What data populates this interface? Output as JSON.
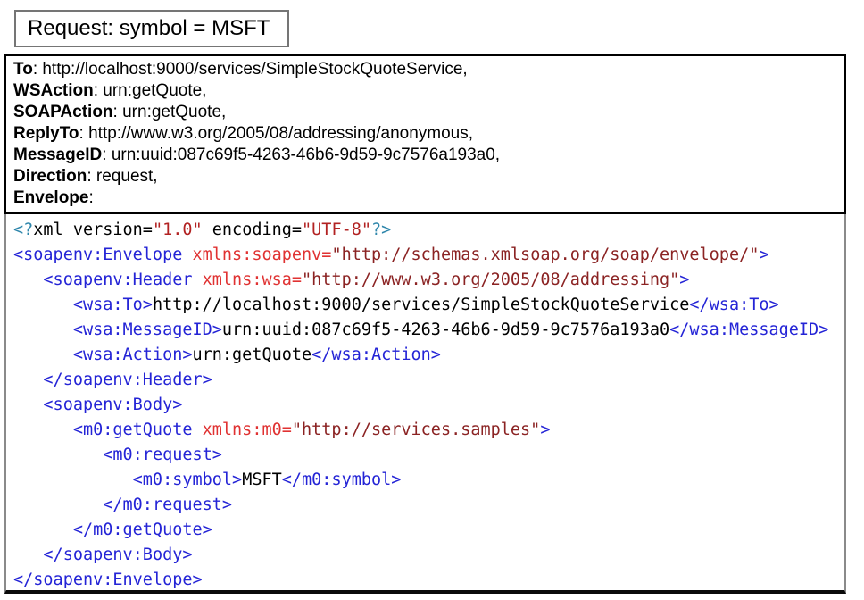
{
  "title": "Request: symbol = MSFT",
  "header": {
    "fields": [
      {
        "label": "To",
        "value": "http://localhost:9000/services/SimpleStockQuoteService,"
      },
      {
        "label": "WSAction",
        "value": "urn:getQuote,"
      },
      {
        "label": "SOAPAction",
        "value": "urn:getQuote,"
      },
      {
        "label": "ReplyTo",
        "value": "http://www.w3.org/2005/08/addressing/anonymous,"
      },
      {
        "label": "MessageID",
        "value": "urn:uuid:087c69f5-4263-46b6-9d59-9c7576a193a0,"
      },
      {
        "label": "Direction",
        "value": "request,"
      },
      {
        "label": "Envelope",
        "value": ""
      }
    ]
  },
  "code": {
    "indent_unit": "   ",
    "lines": [
      {
        "indent": 0,
        "tokens": [
          [
            "pi",
            "<?"
          ],
          [
            "plain",
            "xml version="
          ],
          [
            "pstr",
            "\"1.0\""
          ],
          [
            "plain",
            " encoding="
          ],
          [
            "pstr",
            "\"UTF-8\""
          ],
          [
            "pi",
            "?>"
          ]
        ]
      },
      {
        "indent": 0,
        "tokens": [
          [
            "tag",
            "<soapenv:Envelope"
          ],
          [
            "plain",
            " "
          ],
          [
            "attr",
            "xmlns:soapenv="
          ],
          [
            "vstr",
            "\"http://schemas.xmlsoap.org/soap/envelope/\""
          ],
          [
            "tag",
            ">"
          ]
        ]
      },
      {
        "indent": 1,
        "tokens": [
          [
            "tag",
            "<soapenv:Header"
          ],
          [
            "plain",
            " "
          ],
          [
            "attr",
            "xmlns:wsa="
          ],
          [
            "vstr",
            "\"http://www.w3.org/2005/08/addressing\""
          ],
          [
            "tag",
            ">"
          ]
        ]
      },
      {
        "indent": 2,
        "tokens": [
          [
            "tag",
            "<wsa:To>"
          ],
          [
            "plain",
            "http://localhost:9000/services/SimpleStockQuoteService"
          ],
          [
            "tag",
            "</wsa:To>"
          ]
        ]
      },
      {
        "indent": 2,
        "tokens": [
          [
            "tag",
            "<wsa:MessageID>"
          ],
          [
            "plain",
            "urn:uuid:087c69f5-4263-46b6-9d59-9c7576a193a0"
          ],
          [
            "tag",
            "</wsa:MessageID>"
          ]
        ]
      },
      {
        "indent": 2,
        "tokens": [
          [
            "tag",
            "<wsa:Action>"
          ],
          [
            "plain",
            "urn:getQuote"
          ],
          [
            "tag",
            "</wsa:Action>"
          ]
        ]
      },
      {
        "indent": 1,
        "tokens": [
          [
            "tag",
            "</soapenv:Header>"
          ]
        ]
      },
      {
        "indent": 1,
        "tokens": [
          [
            "tag",
            "<soapenv:Body>"
          ]
        ]
      },
      {
        "indent": 2,
        "tokens": [
          [
            "tag",
            "<m0:getQuote"
          ],
          [
            "plain",
            " "
          ],
          [
            "attr",
            "xmlns:m0="
          ],
          [
            "vstr",
            "\"http://services.samples\""
          ],
          [
            "tag",
            ">"
          ]
        ]
      },
      {
        "indent": 3,
        "tokens": [
          [
            "tag",
            "<m0:request>"
          ]
        ]
      },
      {
        "indent": 4,
        "tokens": [
          [
            "tag",
            "<m0:symbol>"
          ],
          [
            "plain",
            "MSFT"
          ],
          [
            "tag",
            "</m0:symbol>"
          ]
        ]
      },
      {
        "indent": 3,
        "tokens": [
          [
            "tag",
            "</m0:request>"
          ]
        ]
      },
      {
        "indent": 2,
        "tokens": [
          [
            "tag",
            "</m0:getQuote>"
          ]
        ]
      },
      {
        "indent": 1,
        "tokens": [
          [
            "tag",
            "</soapenv:Body>"
          ]
        ]
      },
      {
        "indent": 0,
        "tokens": [
          [
            "tag",
            "</soapenv:Envelope>"
          ]
        ]
      }
    ]
  },
  "colors": {
    "tag": "#2424d6",
    "attr": "#e03232",
    "value_string": "#8b2323",
    "prolog_string": "#b22222",
    "pi": "#2e86ab",
    "text": "#000000",
    "title_border": "#757575",
    "header_border": "#000000",
    "code_border": "#8a8a8a"
  }
}
